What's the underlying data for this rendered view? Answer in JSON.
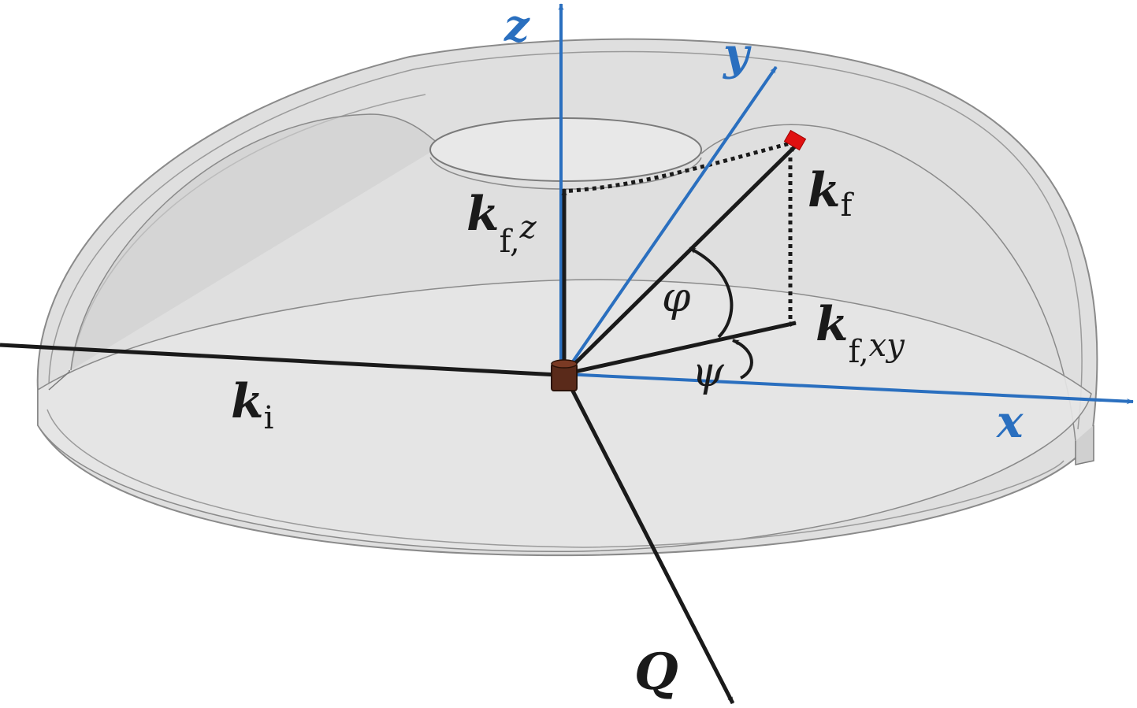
{
  "axes": {
    "x": "x",
    "y": "y",
    "z": "z"
  },
  "vectors": {
    "k_i": {
      "main": "k",
      "sub": "i"
    },
    "k_f": {
      "main": "k",
      "sub": "f"
    },
    "k_fz": {
      "main": "k",
      "sub": "f,",
      "sub_italic": "z"
    },
    "k_fxy": {
      "main": "k",
      "sub": "f,",
      "sub_italic": "xy"
    },
    "Q": "Q"
  },
  "angles": {
    "phi": "φ",
    "psi": "ψ"
  },
  "colors": {
    "axis_blue": "#2a6fbf",
    "vector_black": "#1a1a1a",
    "detector_fill": "#d4d4d4",
    "detector_edge": "#7a7a7a",
    "endpoint_red": "#e01010",
    "sample_brown": "#5a2a1a"
  }
}
